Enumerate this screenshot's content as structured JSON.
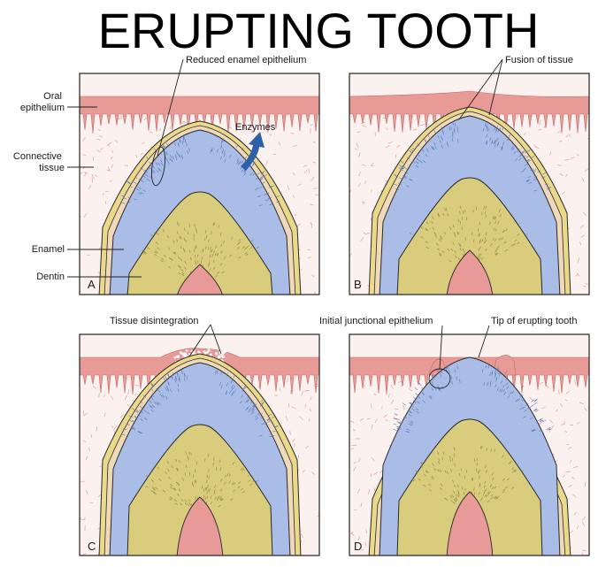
{
  "title": "ERUPTING TOOTH",
  "colors": {
    "oral_epithelium": "#e89a97",
    "connective_tissue_bg": "#fbf2ef",
    "connective_fibers": "#e07a75",
    "reduced_enamel_epithelium": "#ead98a",
    "enamel_layer": "#f0d9b8",
    "enamel": "#a9bde6",
    "enamel_lines": "#5f79b8",
    "dentin": "#d9cc7c",
    "dentin_lines": "#8f8540",
    "pulp": "#e79a98",
    "enzyme_arrow": "#2f5fa8",
    "outline": "#2a2a2a"
  },
  "panels": {
    "a": {
      "letter": "A",
      "labels": {
        "oral_epithelium": "Oral\nepithelium",
        "connective_tissue": "Connective\ntissue",
        "enamel": "Enamel",
        "dentin": "Dentin",
        "reduced_enamel_epithelium": "Reduced enamel epithelium",
        "enzymes": "Enzymes"
      }
    },
    "b": {
      "letter": "B",
      "labels": {
        "fusion_of_tissue": "Fusion of tissue"
      }
    },
    "c": {
      "letter": "C",
      "labels": {
        "tissue_disintegration": "Tissue disintegration"
      }
    },
    "d": {
      "letter": "D",
      "labels": {
        "initial_junctional_epithelium": "Initial junctional epithelium",
        "tip_of_erupting_tooth": "Tip of erupting tooth"
      }
    }
  }
}
